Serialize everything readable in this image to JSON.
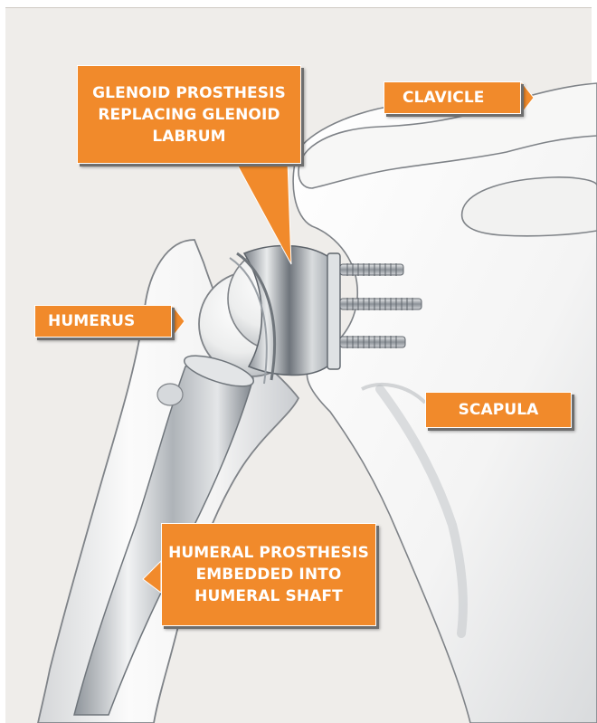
{
  "callouts": {
    "glenoid": "GLENOID PROSTHESIS\nREPLACING GLENOID\nLABRUM",
    "clavicle": "CLAVICLE",
    "humerus": "HUMERUS",
    "scapula": "SCAPULA",
    "humeral": "HUMERAL PROSTHESIS\nEMBEDDED INTO\nHUMERAL SHAFT"
  },
  "colors": {
    "label_fill": "#f18a2b",
    "label_text": "#ffffff",
    "background": "#efedea",
    "bone": "#f7f7f6",
    "bone_outline": "#7f8388",
    "metal": "#c9ccd0"
  },
  "icons": {
    "anatomy": "shoulder-joint-replacement-illustration"
  }
}
